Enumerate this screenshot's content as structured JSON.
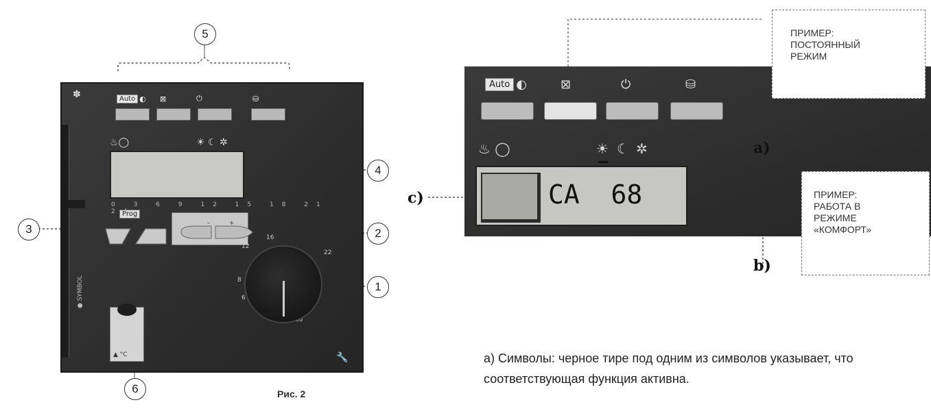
{
  "callouts": {
    "c1": "1",
    "c2": "2",
    "c3": "3",
    "c4": "4",
    "c5": "5",
    "c6": "6"
  },
  "letters": {
    "a": "a)",
    "b": "b)",
    "c": "c)"
  },
  "panel": {
    "auto_label": "Auto",
    "mode_icons": [
      "manual-mode-icon",
      "standby-power-icon",
      "hot-water-icon"
    ],
    "prog_label": "Prog",
    "vertical_text": "● SYMBOL",
    "sensor_text": "▲ °C"
  },
  "zoom": {
    "auto_label": "Auto",
    "lcd_readout": "CA  68",
    "active_symbol": "sun-icon"
  },
  "notes": {
    "constant_mode": "ПРИМЕР:\nПОСТОЯННЫЙ\nРЕЖИМ",
    "comfort_mode": "ПРИМЕР:\nРАБОТА В\nРЕЖИМЕ\n«КОМФОРТ»"
  },
  "figure_caption": "Рис. 2",
  "legend_a": "а) Символы: черное тире под одним из символов указывает, что соответствующая функция активна.",
  "colors": {
    "panel": "#2f2f2f",
    "lcd": "#c8c8c4",
    "button": "#bcbcbc",
    "button_active": "#e4e4e4"
  }
}
